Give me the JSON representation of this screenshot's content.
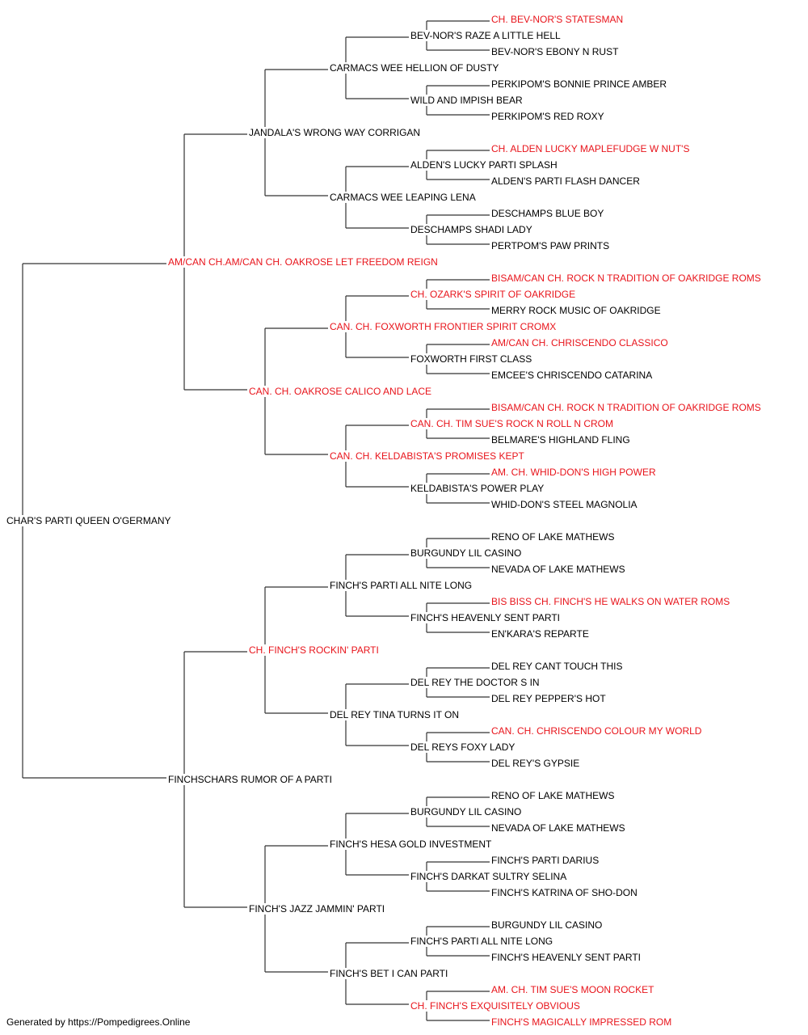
{
  "colors": {
    "champion": "#e8141b",
    "normal": "#000000",
    "line": "#333333"
  },
  "pedigree": {
    "name": "CHAR'S PARTI QUEEN O'GERMANY",
    "champion": false,
    "sire": {
      "name": "AM/CAN CH.AM/CAN CH. OAKROSE LET FREEDOM REIGN",
      "champion": true,
      "sire": {
        "name": "JANDALA'S WRONG WAY CORRIGAN",
        "champion": false,
        "sire": {
          "name": "CARMACS WEE HELLION OF DUSTY",
          "champion": false,
          "sire": {
            "name": "BEV-NOR'S RAZE A LITTLE HELL",
            "champion": false,
            "sire": {
              "name": "CH. BEV-NOR'S STATESMAN",
              "champion": true
            },
            "dam": {
              "name": "BEV-NOR'S EBONY N RUST",
              "champion": false
            }
          },
          "dam": {
            "name": "WILD AND IMPISH BEAR",
            "champion": false,
            "sire": {
              "name": "PERKIPOM'S BONNIE PRINCE AMBER",
              "champion": false
            },
            "dam": {
              "name": "PERKIPOM'S RED ROXY",
              "champion": false
            }
          }
        },
        "dam": {
          "name": "CARMACS WEE LEAPING LENA",
          "champion": false,
          "sire": {
            "name": "ALDEN'S LUCKY PARTI SPLASH",
            "champion": false,
            "sire": {
              "name": "CH. ALDEN LUCKY MAPLEFUDGE W NUT'S",
              "champion": true
            },
            "dam": {
              "name": "ALDEN'S PARTI FLASH DANCER",
              "champion": false
            }
          },
          "dam": {
            "name": "DESCHAMPS SHADI LADY",
            "champion": false,
            "sire": {
              "name": "DESCHAMPS BLUE BOY",
              "champion": false
            },
            "dam": {
              "name": "PERTPOM'S PAW PRINTS",
              "champion": false
            }
          }
        }
      },
      "dam": {
        "name": "CAN. CH. OAKROSE CALICO AND LACE",
        "champion": true,
        "sire": {
          "name": "CAN. CH. FOXWORTH FRONTIER SPIRIT CROMX",
          "champion": true,
          "sire": {
            "name": "CH. OZARK'S SPIRIT OF OAKRIDGE",
            "champion": true,
            "sire": {
              "name": "BISAM/CAN CH. ROCK N TRADITION OF OAKRIDGE ROMS",
              "champion": true
            },
            "dam": {
              "name": "MERRY ROCK MUSIC OF OAKRIDGE",
              "champion": false
            }
          },
          "dam": {
            "name": "FOXWORTH FIRST CLASS",
            "champion": false,
            "sire": {
              "name": "AM/CAN CH. CHRISCENDO CLASSICO",
              "champion": true
            },
            "dam": {
              "name": "EMCEE'S CHRISCENDO CATARINA",
              "champion": false
            }
          }
        },
        "dam": {
          "name": "CAN. CH. KELDABISTA'S PROMISES KEPT",
          "champion": true,
          "sire": {
            "name": "CAN. CH. TIM SUE'S ROCK N ROLL N CROM",
            "champion": true,
            "sire": {
              "name": "BISAM/CAN CH. ROCK N TRADITION OF OAKRIDGE ROMS",
              "champion": true
            },
            "dam": {
              "name": "BELMARE'S HIGHLAND FLING",
              "champion": false
            }
          },
          "dam": {
            "name": "KELDABISTA'S POWER PLAY",
            "champion": false,
            "sire": {
              "name": "AM. CH. WHID-DON'S HIGH POWER",
              "champion": true
            },
            "dam": {
              "name": "WHID-DON'S STEEL MAGNOLIA",
              "champion": false
            }
          }
        }
      }
    },
    "dam": {
      "name": "FINCHSCHARS RUMOR OF A PARTI",
      "champion": false,
      "sire": {
        "name": "CH. FINCH'S ROCKIN' PARTI",
        "champion": true,
        "sire": {
          "name": "FINCH'S PARTI ALL NITE LONG",
          "champion": false,
          "sire": {
            "name": "BURGUNDY LIL CASINO",
            "champion": false,
            "sire": {
              "name": "RENO OF LAKE MATHEWS",
              "champion": false
            },
            "dam": {
              "name": "NEVADA OF LAKE MATHEWS",
              "champion": false
            }
          },
          "dam": {
            "name": "FINCH'S HEAVENLY SENT PARTI",
            "champion": false,
            "sire": {
              "name": "BIS BISS CH. FINCH'S HE WALKS ON WATER ROMS",
              "champion": true
            },
            "dam": {
              "name": "EN'KARA'S REPARTE",
              "champion": false
            }
          }
        },
        "dam": {
          "name": "DEL REY TINA TURNS IT ON",
          "champion": false,
          "sire": {
            "name": "DEL REY THE DOCTOR S IN",
            "champion": false,
            "sire": {
              "name": "DEL REY CANT TOUCH THIS",
              "champion": false
            },
            "dam": {
              "name": "DEL REY PEPPER'S HOT",
              "champion": false
            }
          },
          "dam": {
            "name": "DEL REYS FOXY LADY",
            "champion": false,
            "sire": {
              "name": "CAN. CH. CHRISCENDO COLOUR MY WORLD",
              "champion": true
            },
            "dam": {
              "name": "DEL REY'S GYPSIE",
              "champion": false
            }
          }
        }
      },
      "dam": {
        "name": "FINCH'S JAZZ JAMMIN' PARTI",
        "champion": false,
        "sire": {
          "name": "FINCH'S HESA GOLD INVESTMENT",
          "champion": false,
          "sire": {
            "name": "BURGUNDY LIL CASINO",
            "champion": false,
            "sire": {
              "name": "RENO OF LAKE MATHEWS",
              "champion": false
            },
            "dam": {
              "name": "NEVADA OF LAKE MATHEWS",
              "champion": false
            }
          },
          "dam": {
            "name": "FINCH'S DARKAT SULTRY SELINA",
            "champion": false,
            "sire": {
              "name": "FINCH'S PARTI DARIUS",
              "champion": false
            },
            "dam": {
              "name": "FINCH'S KATRINA OF SHO-DON",
              "champion": false
            }
          }
        },
        "dam": {
          "name": "FINCH'S BET I CAN PARTI",
          "champion": false,
          "sire": {
            "name": "FINCH'S PARTI ALL NITE LONG",
            "champion": false,
            "sire": {
              "name": "BURGUNDY LIL CASINO",
              "champion": false
            },
            "dam": {
              "name": "FINCH'S HEAVENLY SENT PARTI",
              "champion": false
            }
          },
          "dam": {
            "name": "CH. FINCH'S EXQUISITELY OBVIOUS",
            "champion": true,
            "sire": {
              "name": "AM. CH. TIM SUE'S MOON ROCKET",
              "champion": true
            },
            "dam": {
              "name": "FINCH'S MAGICALLY IMPRESSED ROM",
              "champion": true
            }
          }
        }
      }
    }
  },
  "footer": {
    "text": "Generated by https://Pompedigrees.Online"
  }
}
